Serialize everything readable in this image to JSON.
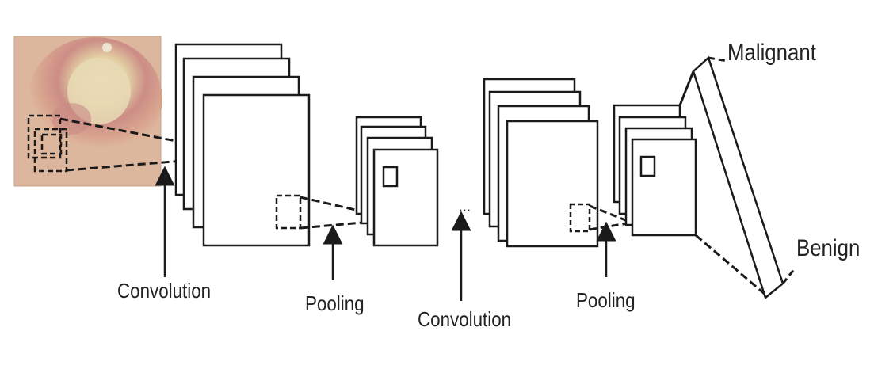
{
  "labels": {
    "convolution_1": "Convolution",
    "pooling_1": "Pooling",
    "ellipsis": "...",
    "convolution_2": "Convolution",
    "pooling_2": "Pooling"
  },
  "outputs": {
    "malignant": "Malignant",
    "benign": "Benign"
  },
  "colors": {
    "line": "#1a1a1a",
    "skin": "#d9b49a",
    "lesion": "#c98a84"
  }
}
